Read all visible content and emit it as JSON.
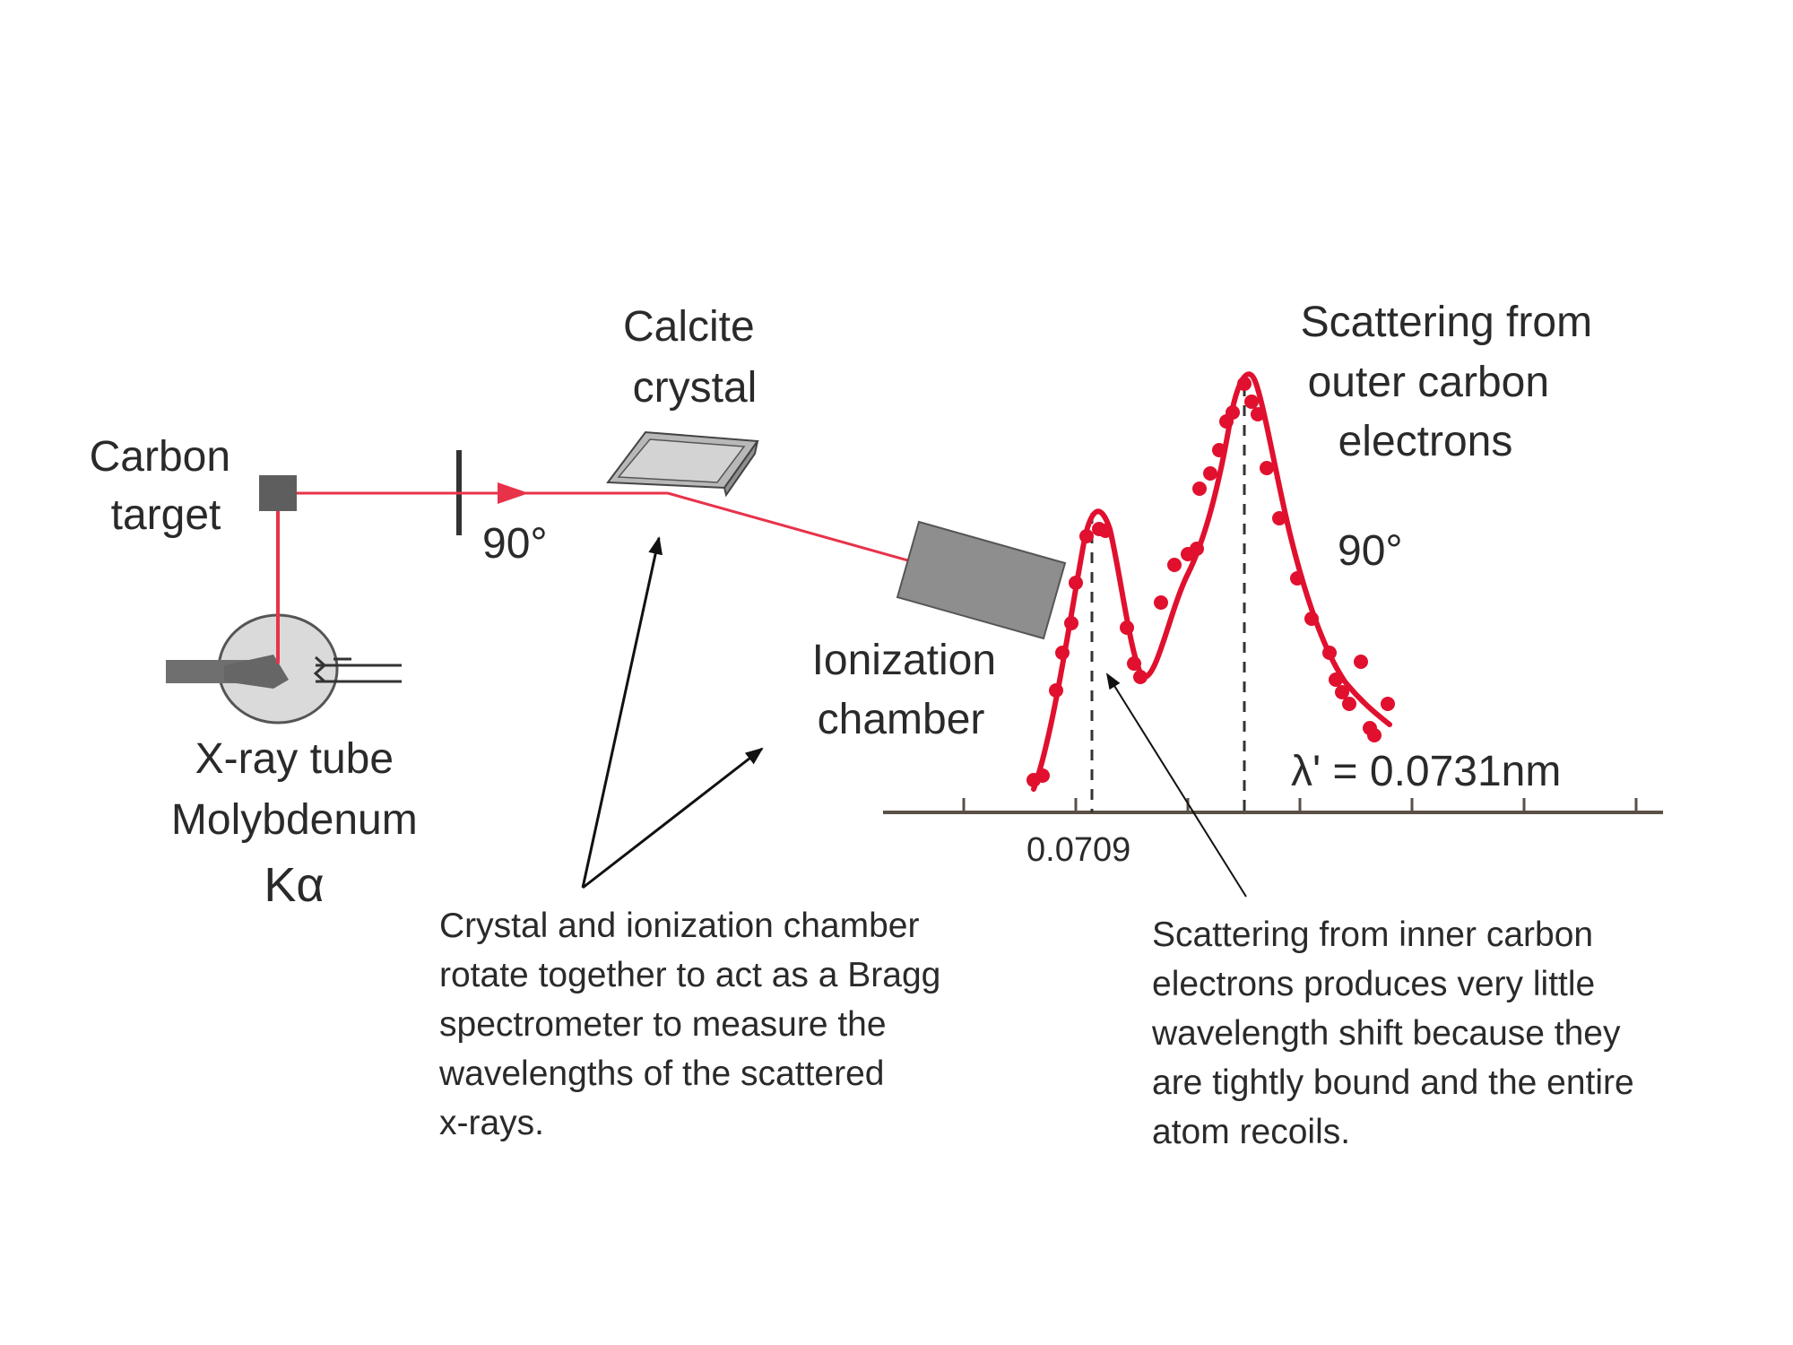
{
  "labels": {
    "carbon_target": [
      "Carbon",
      "target"
    ],
    "calcite_crystal": [
      "Calcite",
      "crystal"
    ],
    "angle_beam": "90°",
    "angle_plot": "90°",
    "ionization_chamber": [
      "Ionization",
      "chamber"
    ],
    "xray_tube": [
      "X-ray tube",
      "Molybdenum",
      "Kα"
    ],
    "outer_scattering": [
      "Scattering from",
      "outer carbon",
      "electrons"
    ],
    "lambda_prime": "λ' = 0.0731nm",
    "tick_0709": "0.0709"
  },
  "captions": {
    "bragg": [
      "Crystal and ionization chamber",
      "rotate together to act as a Bragg",
      "spectrometer to measure the",
      "wavelengths of the scattered",
      "x-rays."
    ],
    "inner": [
      "Scattering from inner carbon",
      "electrons produces very little",
      "wavelength shift because they",
      "are tightly bound and the entire",
      "atom recoils."
    ]
  },
  "colors": {
    "beam": "#e8324a",
    "curve": "#e0102e",
    "device": "#8c8c8c",
    "axis": "#5a5045",
    "text": "#2a2a2a"
  }
}
